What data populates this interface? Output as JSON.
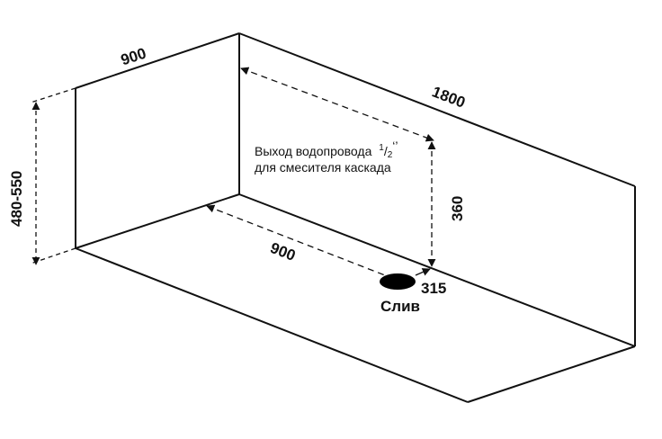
{
  "dimensions": {
    "width_top": "900",
    "length": "1800",
    "height": "480-550",
    "drain_offset_length": "900",
    "outlet_height": "360",
    "drain_offset_width": "315"
  },
  "annotations": {
    "outlet_line1_text": "Выход водопровода",
    "outlet_fraction_num": "1",
    "outlet_fraction_slash": "/",
    "outlet_fraction_den": "2",
    "outlet_quote": "‘’",
    "outlet_line2": "для смесителя каскада",
    "drain_label": "Слив"
  },
  "colors": {
    "line": "#111111",
    "drain": "#000000"
  }
}
